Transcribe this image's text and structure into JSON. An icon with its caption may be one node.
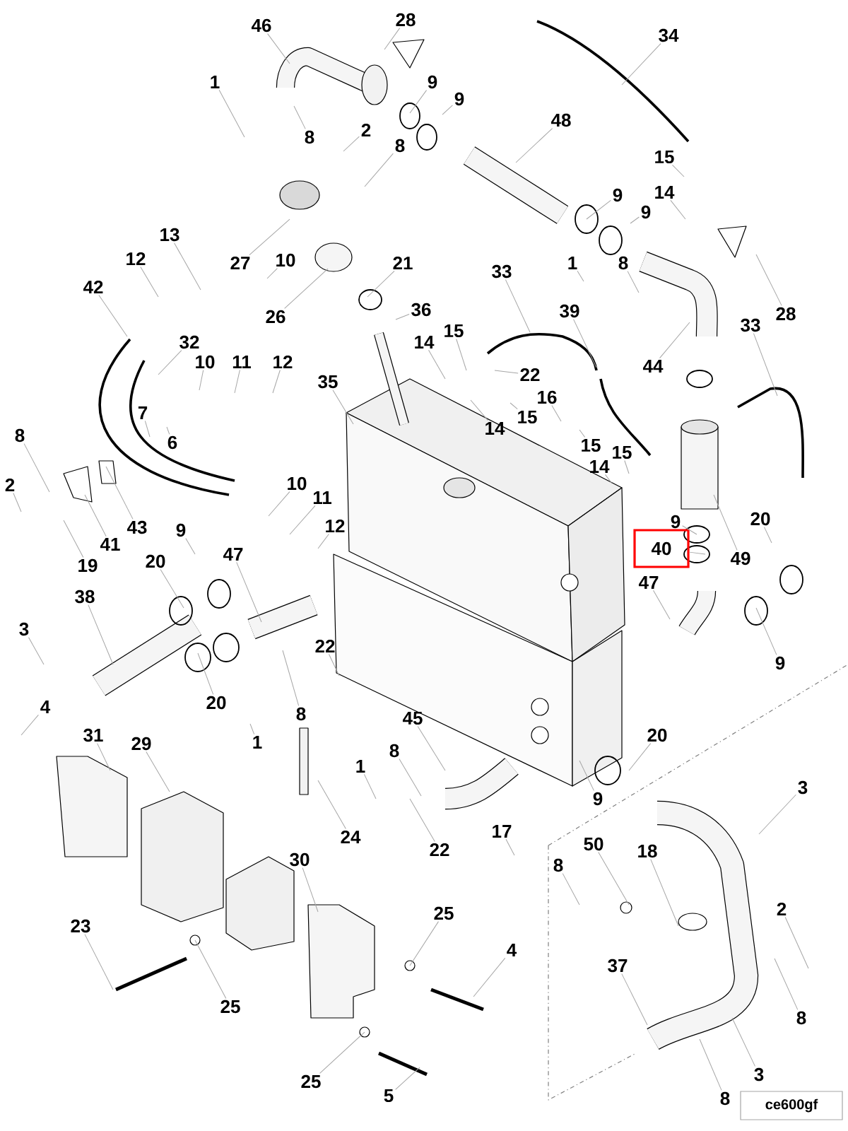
{
  "diagram": {
    "nodes": [
      {
        "text": [
          "28"
        ]
      },
      {
        "text": [
          "46"
        ]
      },
      {
        "text": [
          "34"
        ]
      },
      {
        "text": [
          "1"
        ]
      },
      {
        "text": [
          "9"
        ]
      },
      {
        "text": [
          "9"
        ]
      },
      {
        "text": [
          "48"
        ]
      },
      {
        "text": [
          "2"
        ]
      },
      {
        "text": [
          "8"
        ]
      },
      {
        "text": [
          "8"
        ]
      },
      {
        "text": [
          "15"
        ]
      },
      {
        "text": [
          "14"
        ]
      },
      {
        "text": [
          "9"
        ]
      },
      {
        "text": [
          "9"
        ]
      },
      {
        "text": [
          "13"
        ]
      },
      {
        "text": [
          "12"
        ]
      },
      {
        "text": [
          "27"
        ]
      },
      {
        "text": [
          "10"
        ]
      },
      {
        "text": [
          "21"
        ]
      },
      {
        "text": [
          "1"
        ]
      },
      {
        "text": [
          "8"
        ]
      },
      {
        "text": [
          "33"
        ]
      },
      {
        "text": [
          "42"
        ]
      },
      {
        "text": [
          "36"
        ]
      },
      {
        "text": [
          "39"
        ]
      },
      {
        "text": [
          "28"
        ]
      },
      {
        "text": [
          "26"
        ]
      },
      {
        "text": [
          "33"
        ]
      },
      {
        "text": [
          "14"
        ]
      },
      {
        "text": [
          "32"
        ]
      },
      {
        "text": [
          "15"
        ]
      },
      {
        "text": [
          "10"
        ]
      },
      {
        "text": [
          "11"
        ]
      },
      {
        "text": [
          "12"
        ]
      },
      {
        "text": [
          "44"
        ]
      },
      {
        "text": [
          "22"
        ]
      },
      {
        "text": [
          "35"
        ]
      },
      {
        "text": [
          "16"
        ]
      },
      {
        "text": [
          "7"
        ]
      },
      {
        "text": [
          "15"
        ]
      },
      {
        "text": [
          "14"
        ]
      },
      {
        "text": [
          "8"
        ]
      },
      {
        "text": [
          "6"
        ]
      },
      {
        "text": [
          "15"
        ]
      },
      {
        "text": [
          "15"
        ]
      },
      {
        "text": [
          "14"
        ]
      },
      {
        "text": [
          "10"
        ]
      },
      {
        "text": [
          "11"
        ]
      },
      {
        "text": [
          "2"
        ]
      },
      {
        "text": [
          "9"
        ]
      },
      {
        "text": [
          "20"
        ]
      },
      {
        "text": [
          "12"
        ]
      },
      {
        "text": [
          "43"
        ]
      },
      {
        "text": [
          "9"
        ]
      },
      {
        "text": [
          "41"
        ]
      },
      {
        "text": [
          "40"
        ]
      },
      {
        "text": [
          "47"
        ]
      },
      {
        "text": [
          "49"
        ]
      },
      {
        "text": [
          "20"
        ]
      },
      {
        "text": [
          "19"
        ]
      },
      {
        "text": [
          "47"
        ]
      },
      {
        "text": [
          "38"
        ]
      },
      {
        "text": [
          "3"
        ]
      },
      {
        "text": [
          "22"
        ]
      },
      {
        "text": [
          "9"
        ]
      },
      {
        "text": [
          "20"
        ]
      },
      {
        "text": [
          "4"
        ]
      },
      {
        "text": [
          "8"
        ]
      },
      {
        "text": [
          "45"
        ]
      },
      {
        "text": [
          "20"
        ]
      },
      {
        "text": [
          "31"
        ]
      },
      {
        "text": [
          "1"
        ]
      },
      {
        "text": [
          "29"
        ]
      },
      {
        "text": [
          "8"
        ]
      },
      {
        "text": [
          "1"
        ]
      },
      {
        "text": [
          "3"
        ]
      },
      {
        "text": [
          "9"
        ]
      },
      {
        "text": [
          "17"
        ]
      },
      {
        "text": [
          "24"
        ]
      },
      {
        "text": [
          "50"
        ]
      },
      {
        "text": [
          "18"
        ]
      },
      {
        "text": [
          "22"
        ]
      },
      {
        "text": [
          "30"
        ]
      },
      {
        "text": [
          "8"
        ]
      },
      {
        "text": [
          "2"
        ]
      },
      {
        "text": [
          "25"
        ]
      },
      {
        "text": [
          "23"
        ]
      },
      {
        "text": [
          "4"
        ]
      },
      {
        "text": [
          "37"
        ]
      },
      {
        "text": [
          "25"
        ]
      },
      {
        "text": [
          "8"
        ]
      },
      {
        "text": [
          "3"
        ]
      },
      {
        "text": [
          "25"
        ]
      },
      {
        "text": [
          "5"
        ]
      },
      {
        "text": [
          "8"
        ]
      },
      {
        "text": [
          "ce600gf"
        ]
      }
    ],
    "edges": [
      {
        "from": 0,
        "to": null,
        "arrow": "none"
      },
      {
        "from": 1,
        "to": null,
        "arrow": "none"
      },
      {
        "from": 2,
        "to": null,
        "arrow": "none"
      },
      {
        "from": 3,
        "to": null,
        "arrow": "none"
      },
      {
        "from": 4,
        "to": null,
        "arrow": "none"
      },
      {
        "from": 5,
        "to": null,
        "arrow": "none"
      },
      {
        "from": 6,
        "to": null,
        "arrow": "none"
      },
      {
        "from": 7,
        "to": null,
        "arrow": "none"
      },
      {
        "from": 8,
        "to": null,
        "arrow": "none"
      },
      {
        "from": 9,
        "to": null,
        "arrow": "none"
      },
      {
        "from": 10,
        "to": null,
        "arrow": "none"
      },
      {
        "from": 11,
        "to": null,
        "arrow": "none"
      },
      {
        "from": 12,
        "to": null,
        "arrow": "none"
      },
      {
        "from": 13,
        "to": null,
        "arrow": "none"
      },
      {
        "from": 14,
        "to": null,
        "arrow": "none"
      },
      {
        "from": 15,
        "to": null,
        "arrow": "none"
      },
      {
        "from": 16,
        "to": null,
        "arrow": "none"
      },
      {
        "from": 17,
        "to": null,
        "arrow": "none"
      },
      {
        "from": 18,
        "to": null,
        "arrow": "none"
      },
      {
        "from": 19,
        "to": null,
        "arrow": "none"
      },
      {
        "from": 20,
        "to": null,
        "arrow": "none"
      },
      {
        "from": 21,
        "to": null,
        "arrow": "none"
      },
      {
        "from": 22,
        "to": null,
        "arrow": "none"
      },
      {
        "from": 23,
        "to": null,
        "arrow": "none"
      },
      {
        "from": 24,
        "to": null,
        "arrow": "none"
      },
      {
        "from": 25,
        "to": null,
        "arrow": "none"
      },
      {
        "from": 26,
        "to": null,
        "arrow": "none"
      },
      {
        "from": 27,
        "to": null,
        "arrow": "none"
      },
      {
        "from": 28,
        "to": null,
        "arrow": "none"
      },
      {
        "from": 29,
        "to": null,
        "arrow": "none"
      },
      {
        "from": 30,
        "to": null,
        "arrow": "none"
      },
      {
        "from": 31,
        "to": null,
        "arrow": "none"
      },
      {
        "from": 32,
        "to": null,
        "arrow": "none"
      },
      {
        "from": 33,
        "to": null,
        "arrow": "none"
      },
      {
        "from": 34,
        "to": null,
        "arrow": "none"
      },
      {
        "from": 35,
        "to": null,
        "arrow": "none"
      },
      {
        "from": 36,
        "to": null,
        "arrow": "none"
      },
      {
        "from": 37,
        "to": null,
        "arrow": "none"
      },
      {
        "from": 38,
        "to": null,
        "arrow": "none"
      },
      {
        "from": 39,
        "to": null,
        "arrow": "none"
      },
      {
        "from": 40,
        "to": null,
        "arrow": "none"
      },
      {
        "from": 41,
        "to": null,
        "arrow": "none"
      },
      {
        "from": 42,
        "to": null,
        "arrow": "none"
      },
      {
        "from": 43,
        "to": null,
        "arrow": "none"
      },
      {
        "from": 44,
        "to": null,
        "arrow": "none"
      },
      {
        "from": 45,
        "to": null,
        "arrow": "none"
      },
      {
        "from": 46,
        "to": null,
        "arrow": "none"
      },
      {
        "from": 47,
        "to": null,
        "arrow": "none"
      },
      {
        "from": 48,
        "to": null,
        "arrow": "none"
      },
      {
        "from": 49,
        "to": null,
        "arrow": "none"
      },
      {
        "from": 50,
        "to": null,
        "arrow": "none"
      },
      {
        "from": 51,
        "to": null,
        "arrow": "none"
      },
      {
        "from": 52,
        "to": null,
        "arrow": "none"
      },
      {
        "from": 53,
        "to": null,
        "arrow": "none"
      },
      {
        "from": 54,
        "to": null,
        "arrow": "none"
      },
      {
        "from": 55,
        "to": null,
        "arrow": "none"
      },
      {
        "from": 56,
        "to": null,
        "arrow": "none"
      },
      {
        "from": 57,
        "to": null,
        "arrow": "none"
      },
      {
        "from": 58,
        "to": null,
        "arrow": "none"
      },
      {
        "from": 59,
        "to": null,
        "arrow": "none"
      },
      {
        "from": 60,
        "to": null,
        "arrow": "none"
      },
      {
        "from": 61,
        "to": null,
        "arrow": "none"
      },
      {
        "from": 62,
        "to": null,
        "arrow": "none"
      },
      {
        "from": 63,
        "to": null,
        "arrow": "none"
      },
      {
        "from": 64,
        "to": null,
        "arrow": "none"
      },
      {
        "from": 65,
        "to": null,
        "arrow": "none"
      },
      {
        "from": 66,
        "to": null,
        "arrow": "none"
      },
      {
        "from": 67,
        "to": null,
        "arrow": "none"
      },
      {
        "from": 68,
        "to": null,
        "arrow": "none"
      },
      {
        "from": 69,
        "to": null,
        "arrow": "none"
      },
      {
        "from": 70,
        "to": null,
        "arrow": "none"
      },
      {
        "from": 71,
        "to": null,
        "arrow": "none"
      },
      {
        "from": 72,
        "to": null,
        "arrow": "none"
      },
      {
        "from": 73,
        "to": null,
        "arrow": "none"
      },
      {
        "from": 74,
        "to": null,
        "arrow": "none"
      },
      {
        "from": 75,
        "to": null,
        "arrow": "none"
      },
      {
        "from": 76,
        "to": null,
        "arrow": "none"
      },
      {
        "from": 77,
        "to": null,
        "arrow": "none"
      },
      {
        "from": 78,
        "to": null,
        "arrow": "none"
      },
      {
        "from": 79,
        "to": null,
        "arrow": "none"
      },
      {
        "from": 80,
        "to": null,
        "arrow": "none"
      },
      {
        "from": 81,
        "to": null,
        "arrow": "none"
      },
      {
        "from": 82,
        "to": null,
        "arrow": "none"
      },
      {
        "from": 83,
        "to": null,
        "arrow": "none"
      },
      {
        "from": 84,
        "to": null,
        "arrow": "none"
      },
      {
        "from": 85,
        "to": null,
        "arrow": "none"
      },
      {
        "from": 86,
        "to": null,
        "arrow": "none"
      },
      {
        "from": 87,
        "to": null,
        "arrow": "none"
      },
      {
        "from": 88,
        "to": null,
        "arrow": "none"
      },
      {
        "from": 89,
        "to": null,
        "arrow": "none"
      },
      {
        "from": 90,
        "to": null,
        "arrow": "none"
      },
      {
        "from": 91,
        "to": null,
        "arrow": "none"
      },
      {
        "from": 92,
        "to": null,
        "arrow": "none"
      },
      {
        "from": 93,
        "to": null,
        "arrow": "none"
      },
      {
        "from": 94,
        "to": null,
        "arrow": "none"
      }
    ]
  }
}
